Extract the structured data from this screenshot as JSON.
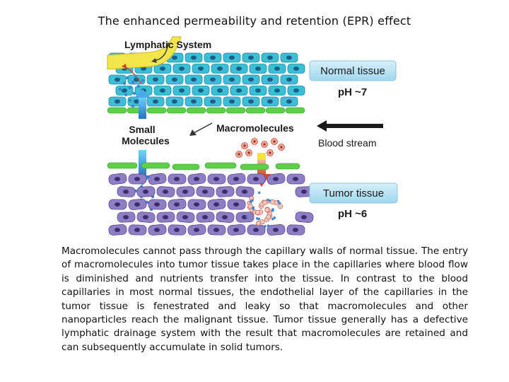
{
  "title": "The enhanced permeability and retention (EPR) effect",
  "diagram": {
    "lymphatic_label": "Lymphatic System",
    "small_molecules_label_line1": "Small",
    "small_molecules_label_line2": "Molecules",
    "macromolecules_label": "Macromolecules",
    "blood_stream_label": "Blood stream",
    "normal_tissue_label": "Normal tissue",
    "normal_ph_label": "pH ~7",
    "tumor_tissue_label": "Tumor tissue",
    "tumor_ph_label": "pH ~6",
    "colors": {
      "normal_cell": "#3cbfd6",
      "tumor_cell": "#8e7fc4",
      "endothelium": "#5fcf4a",
      "lymph": "#f3e64a",
      "label_box": "#aee0f0",
      "small_arrow": "#2f7fd1",
      "macro_arrow": "#e05a32"
    }
  },
  "caption": "Macromolecules cannot pass through the capillary walls of normal tissue. The entry of macromolecules into tumor tissue takes place in the capillaries where blood flow is diminished and nutrients transfer into the tissue. In contrast to the blood capillaries in most normal tissues, the endothelial layer of the capillaries in the tumor tissue is fenestrated and leaky so that macromolecules and other nanoparticles reach the malignant tissue. Tumor tissue generally has a defective lymphatic drainage system with the result that macromolecules are retained and can subsequently accumulate in solid tumors."
}
